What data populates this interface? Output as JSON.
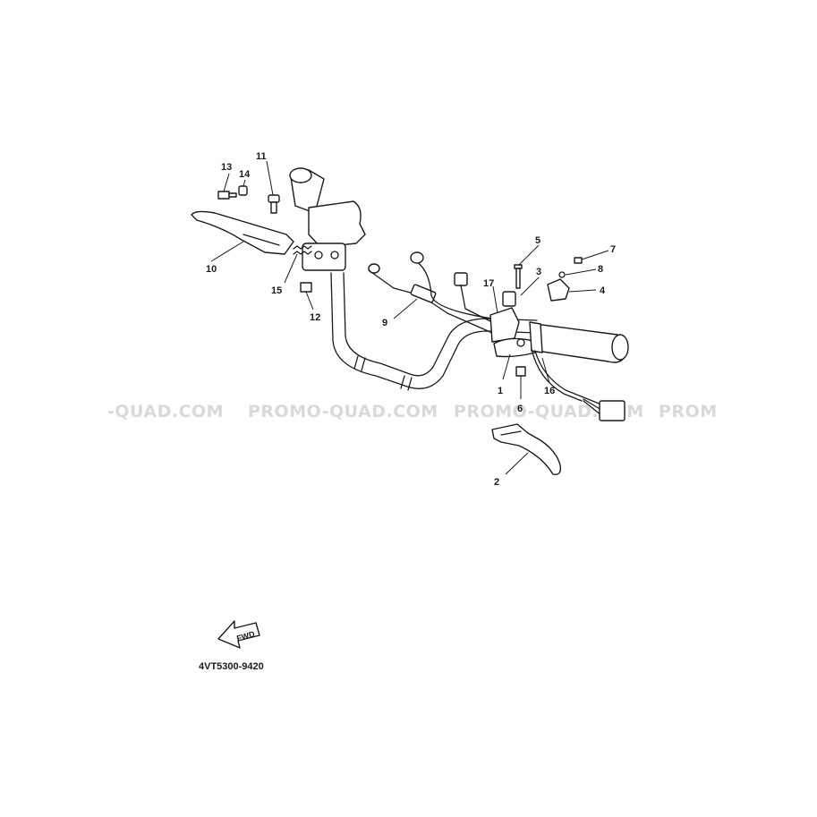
{
  "diagram": {
    "callouts": [
      {
        "id": "1",
        "label": "1"
      },
      {
        "id": "2",
        "label": "2"
      },
      {
        "id": "3",
        "label": "3"
      },
      {
        "id": "4",
        "label": "4"
      },
      {
        "id": "5",
        "label": "5"
      },
      {
        "id": "6",
        "label": "6"
      },
      {
        "id": "7",
        "label": "7"
      },
      {
        "id": "8",
        "label": "8"
      },
      {
        "id": "9",
        "label": "9"
      },
      {
        "id": "10",
        "label": "10"
      },
      {
        "id": "11",
        "label": "11"
      },
      {
        "id": "12",
        "label": "12"
      },
      {
        "id": "13",
        "label": "13"
      },
      {
        "id": "14",
        "label": "14"
      },
      {
        "id": "15",
        "label": "15"
      },
      {
        "id": "16",
        "label": "16"
      },
      {
        "id": "17",
        "label": "17"
      }
    ],
    "watermarks": [
      "-QUAD.COM",
      "PROMO-QUAD.COM",
      "PROMO-QUAD.COM",
      "PROM"
    ],
    "fwd_label": "FWD",
    "part_code": "4VT5300-9420"
  },
  "colors": {
    "line": "#1a1a1a",
    "watermark": "#d9d9d9",
    "background": "#ffffff"
  }
}
